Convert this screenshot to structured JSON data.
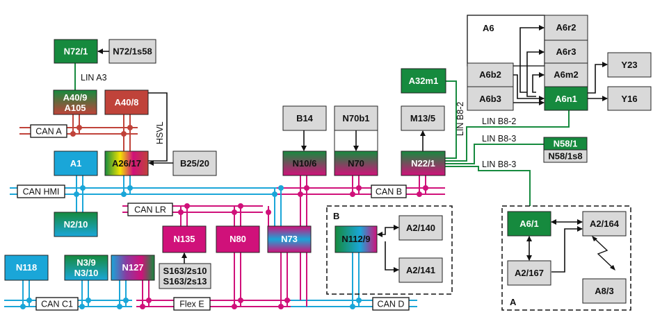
{
  "colors": {
    "green": "#168a3e",
    "red": "#c0433a",
    "cyan": "#1aa6d8",
    "magenta": "#d0117a",
    "grey": "#d9d9d9"
  },
  "modules": {
    "n72_1": "N72/1",
    "n72_1s58": "N72/1s58",
    "a40_9": "A40/9",
    "a105": "A105",
    "a40_8": "A40/8",
    "a1": "A1",
    "a26_17": "A26/17",
    "b25_20": "B25/20",
    "n2_10": "N2/10",
    "n118": "N118",
    "n3_9": "N3/9",
    "n3_10": "N3/10",
    "n127": "N127",
    "n135": "N135",
    "s163_2s10": "S163/2s10",
    "s163_2s13": "S163/2s13",
    "n80": "N80",
    "n73": "N73",
    "b14": "B14",
    "n10_6": "N10/6",
    "n70b1": "N70b1",
    "n70": "N70",
    "m13_5": "M13/5",
    "n22_1": "N22/1",
    "a32m1": "A32m1",
    "n112_9": "N112/9",
    "a2_140": "A2/140",
    "a2_141": "A2/141",
    "a6": "A6",
    "a6r2": "A6r2",
    "a6r3": "A6r3",
    "a6m2": "A6m2",
    "a6b2": "A6b2",
    "a6b3": "A6b3",
    "a6n1": "A6n1",
    "y23": "Y23",
    "y16": "Y16",
    "n58_1": "N58/1",
    "n58_1s8": "N58/1s8",
    "a6_1": "A6/1",
    "a2_164": "A2/164",
    "a2_167": "A2/167",
    "a8_3": "A8/3"
  },
  "buses": {
    "can_a": "CAN A",
    "can_hmi": "CAN HMI",
    "can_lr": "CAN LR",
    "can_b": "CAN B",
    "can_c1": "CAN C1",
    "flex_e": "Flex E",
    "can_d": "CAN D"
  },
  "links": {
    "lin_a3": "LIN A3",
    "hsvl": "HSVL",
    "lin_b8_2_vertical": "LIN B8-2",
    "lin_b8_2": "LIN B8-2",
    "lin_b8_3_upper": "LIN B8-3",
    "lin_b8_3_lower": "LIN B8-3"
  },
  "groups": {
    "b": "B",
    "a": "A"
  }
}
